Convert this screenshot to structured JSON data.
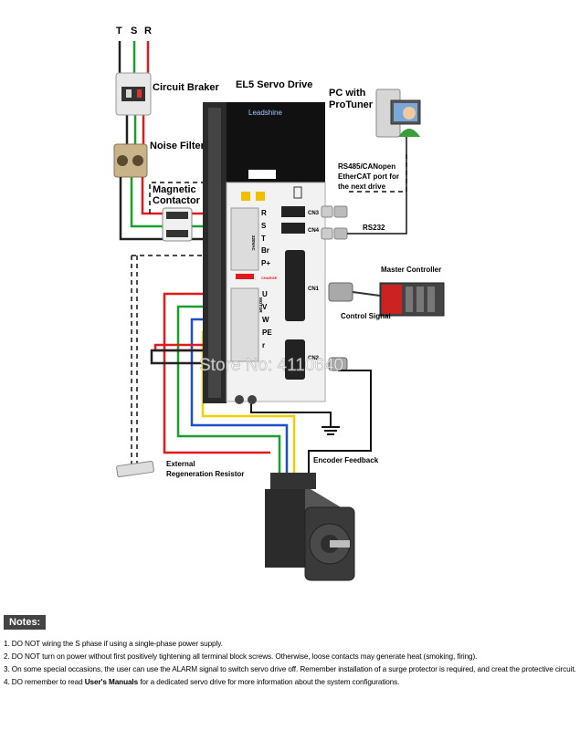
{
  "phases": [
    "T",
    "S",
    "R"
  ],
  "labels": {
    "circuit_breaker": "Circuit Braker",
    "noise_filter": "Noise Filter",
    "magnetic_contactor_1": "Magnetic",
    "magnetic_contactor_2": "Contactor",
    "servo_drive": "EL5 Servo Drive",
    "brand": "Leadshine",
    "pc_1": "PC with",
    "pc_2": "ProTuner",
    "rs485_1": "RS485/CANopen",
    "rs485_2": "EtherCAT port for",
    "rs485_3": "the next drive",
    "rs232": "RS232",
    "master_controller": "Master Controller",
    "control_signal": "Control Signal",
    "encoder_feedback": "Encoder Feedback",
    "ext_regen_1": "External",
    "ext_regen_2": "Regeneration Resistor",
    "watermark": "Store No: 4110640"
  },
  "ports": {
    "cn1": "CN1",
    "cn2": "CN2",
    "cn3": "CN3",
    "cn4": "CN4",
    "charge": "CHARGE",
    "power_vertical": "220VAC",
    "motor_vertical": "MOTOR"
  },
  "terminals": {
    "power": [
      "R",
      "S",
      "T",
      "Br",
      "P+"
    ],
    "motor": [
      "U",
      "V",
      "W",
      "PE",
      "r"
    ]
  },
  "notes": {
    "title": "Notes:",
    "items": [
      {
        "pre": "1. DO NOT wiring the S phase if using a single-phase power supply.",
        "bold": "",
        "post": ""
      },
      {
        "pre": "2. DO NOT turn on power without first positively tightening all terminal block screws. Otherwise, loose contacts may generate heat (smoking, firing).",
        "bold": "",
        "post": ""
      },
      {
        "pre": "3. On some special occasions, the user can use the ALARM signal to switch servo drive off. Remember installation of a surge protector is required, and creat the protective circuit.",
        "bold": "",
        "post": ""
      },
      {
        "pre": "4.  DO remember to read ",
        "bold": "User's Manuals",
        "post": " for a dedicated servo drive for more information about the system configurations."
      }
    ]
  }
}
